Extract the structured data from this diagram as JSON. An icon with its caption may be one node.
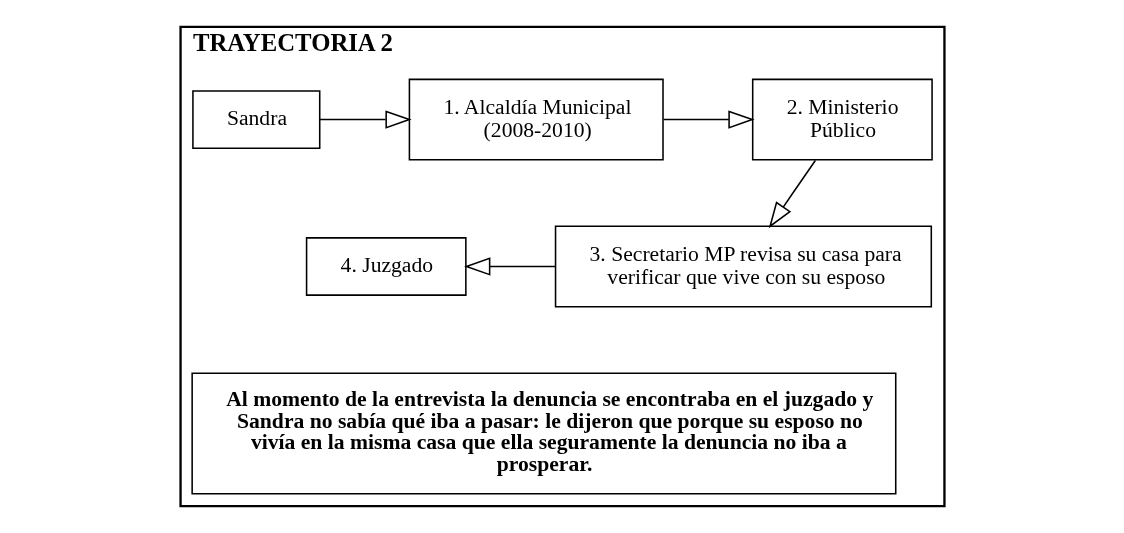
{
  "diagram": {
    "nodes": [
      {
        "text": [
          "TRAYECTORIA 2"
        ]
      },
      {
        "text": [
          "Sandra"
        ],
        "in": 0
      },
      {
        "text": [
          "1. Alcaldía Municipal (2008-2010)"
        ],
        "in": 0
      },
      {
        "text": [
          "2. Ministerio Público"
        ],
        "in": 0
      },
      {
        "text": [
          "3. Secretario MP revisa su casa para verificar que vive con su esposo"
        ],
        "in": 0
      },
      {
        "text": [
          "4. Juzgado"
        ],
        "in": 0
      },
      {
        "text": [
          "Al momento de la entrevista la denuncia se encontraba en el juzgado y Sandra no sabía qué iba a pasar: le dijeron que porque su esposo no vivía en la misma casa que ella seguramente la denuncia no iba a prosperar."
        ],
        "in": 0
      }
    ],
    "edges": [
      {
        "from": 1,
        "to": 2,
        "arrow": "to"
      },
      {
        "from": 2,
        "to": 3,
        "arrow": "to"
      },
      {
        "from": 3,
        "to": 4,
        "arrow": "to"
      },
      {
        "from": 4,
        "to": 5,
        "arrow": "to"
      }
    ]
  }
}
